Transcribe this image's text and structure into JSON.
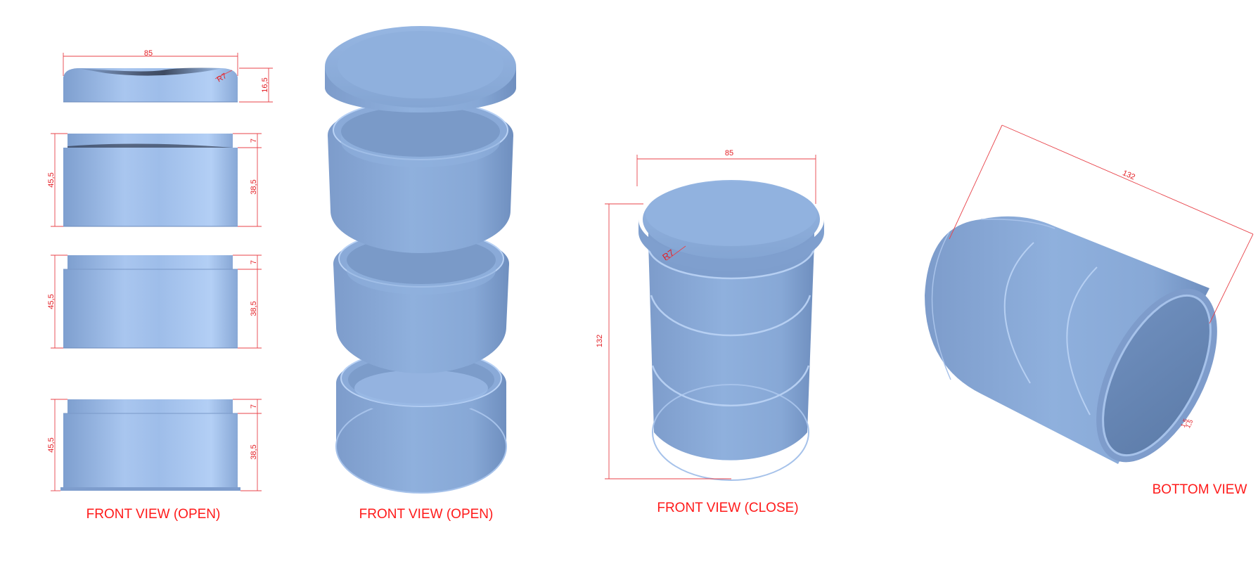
{
  "captions": {
    "open_orthographic": "FRONT VIEW (OPEN)",
    "open_perspective": "FRONT VIEW (OPEN)",
    "closed": "FRONT VIEW (CLOSE)",
    "bottom": "BOTTOM VIEW"
  },
  "dimensions": {
    "lid_width": "85",
    "lid_height": "16,5",
    "lid_radius": "R7",
    "tier_height": "45,5",
    "tier_rim": "7",
    "tier_body": "38,5",
    "closed_width": "85",
    "closed_height": "132",
    "closed_radius": "R7",
    "bottom_length": "132",
    "bottom_rim_a": "1,5",
    "bottom_rim_b": "1,5"
  },
  "colors": {
    "body": "#8fb1dc",
    "accent": "#ff1a1a",
    "dimension_line": "#e8434a"
  }
}
